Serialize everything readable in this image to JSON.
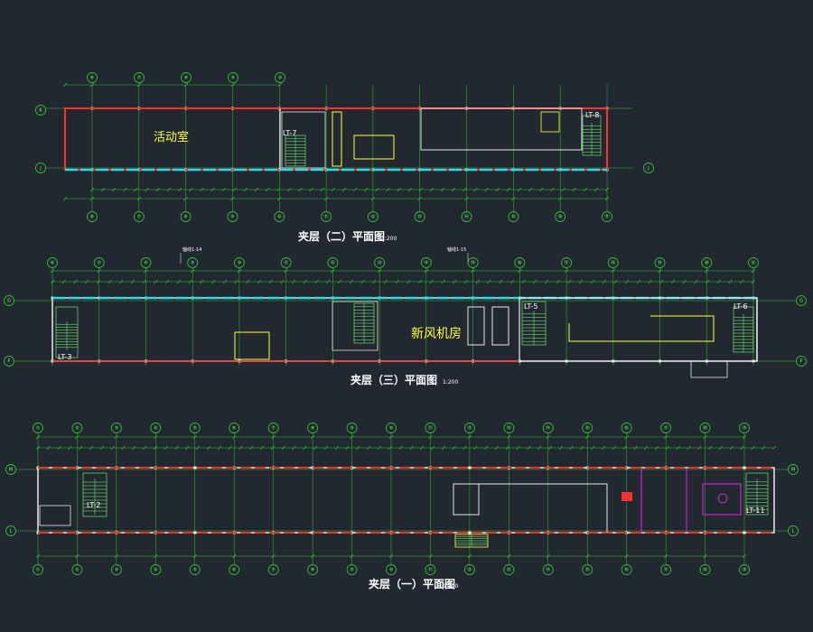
{
  "colors": {
    "background": "#212830",
    "grid_axis": "#2fbf2f",
    "wall_red": "#ff3030",
    "wall_cyan": "#30d8e8",
    "wall_white": "#e8e8e8",
    "room_label": "#ffff40",
    "stair_green": "#7cff7c",
    "partition_magenta": "#d020d0"
  },
  "plans": [
    {
      "id": "mezz2",
      "title": "夹层（二）平面图",
      "scale": "1:200",
      "axes_top": [
        "⑥",
        "⑦",
        "⑧",
        "⑨",
        "⑩"
      ],
      "axes_bottom": [
        "⑥",
        "⑦",
        "⑧",
        "⑨",
        "⑩",
        "⑪",
        "⑫",
        "⑬",
        "⑭",
        "⑮",
        "⑯",
        "⑰"
      ],
      "axes_left": [
        "K",
        "J"
      ],
      "axes_right": [
        "J"
      ],
      "room_label": "活动室",
      "stair_labels": [
        "LT-7",
        "LT-8"
      ]
    },
    {
      "id": "mezz3",
      "title": "夹层（三）平面图",
      "scale": "1:200",
      "axes_top": [
        "⑥",
        "⑦",
        "⑧",
        "⑨",
        "⑩",
        "⑪",
        "⑫",
        "⑬",
        "⑭",
        "⑮",
        "⑯",
        "⑰",
        "⑱",
        "⑲",
        "⑳",
        "㉑"
      ],
      "axes_left": [
        "G",
        "F"
      ],
      "axes_right": [
        "G",
        "F"
      ],
      "room_label": "新风机房",
      "stair_labels": [
        "LT-3",
        "LT-5",
        "LT-6"
      ],
      "callouts": [
        "轴线1-14",
        "轴线1-15"
      ]
    },
    {
      "id": "mezz1",
      "title": "夹层（一）平面图",
      "scale": "1:200",
      "axes_top": [
        "①",
        "②",
        "③",
        "④",
        "⑤",
        "⑥",
        "⑦",
        "⑧",
        "⑨",
        "⑩",
        "⑪",
        "⑫",
        "⑬",
        "⑭",
        "⑮",
        "⑯",
        "⑰",
        "⑱",
        "⑲"
      ],
      "axes_left": [
        "M",
        "L"
      ],
      "axes_right": [
        "M",
        "L"
      ],
      "stair_labels": [
        "LT-2",
        "LT-11"
      ]
    }
  ]
}
